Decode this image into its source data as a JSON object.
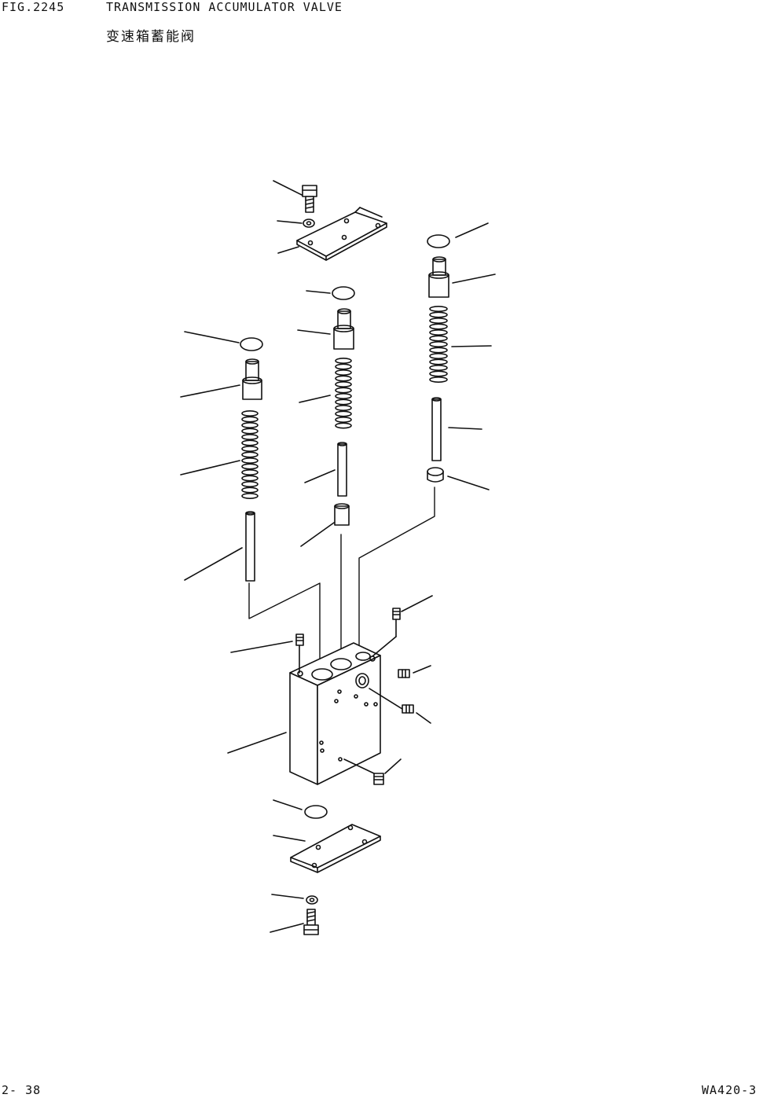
{
  "header": {
    "fig_number": "FIG.2245",
    "title": "TRANSMISSION ACCUMULATOR VALVE",
    "title_cn": "变速箱蓄能阀"
  },
  "footer": {
    "page": "2- 38",
    "model": "WA420-3"
  },
  "colors": {
    "ink": "#111111",
    "paper": "#ffffff"
  }
}
